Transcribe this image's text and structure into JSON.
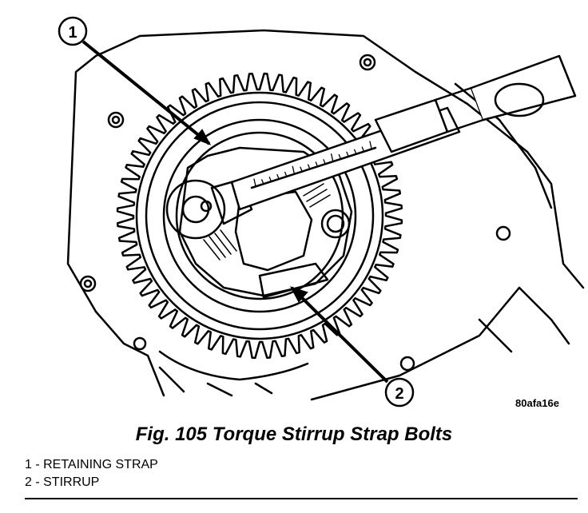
{
  "figure": {
    "part_code": "80afa16e",
    "title": "Fig. 105 Torque Stirrup Strap Bolts",
    "callouts": [
      {
        "number": "1",
        "label": "RETAINING STRAP"
      },
      {
        "number": "2",
        "label": "STIRRUP"
      }
    ],
    "legend": [
      "1 - RETAINING STRAP",
      "2 - STIRRUP"
    ]
  },
  "colors": {
    "ink": "#000000",
    "paper": "#ffffff"
  }
}
